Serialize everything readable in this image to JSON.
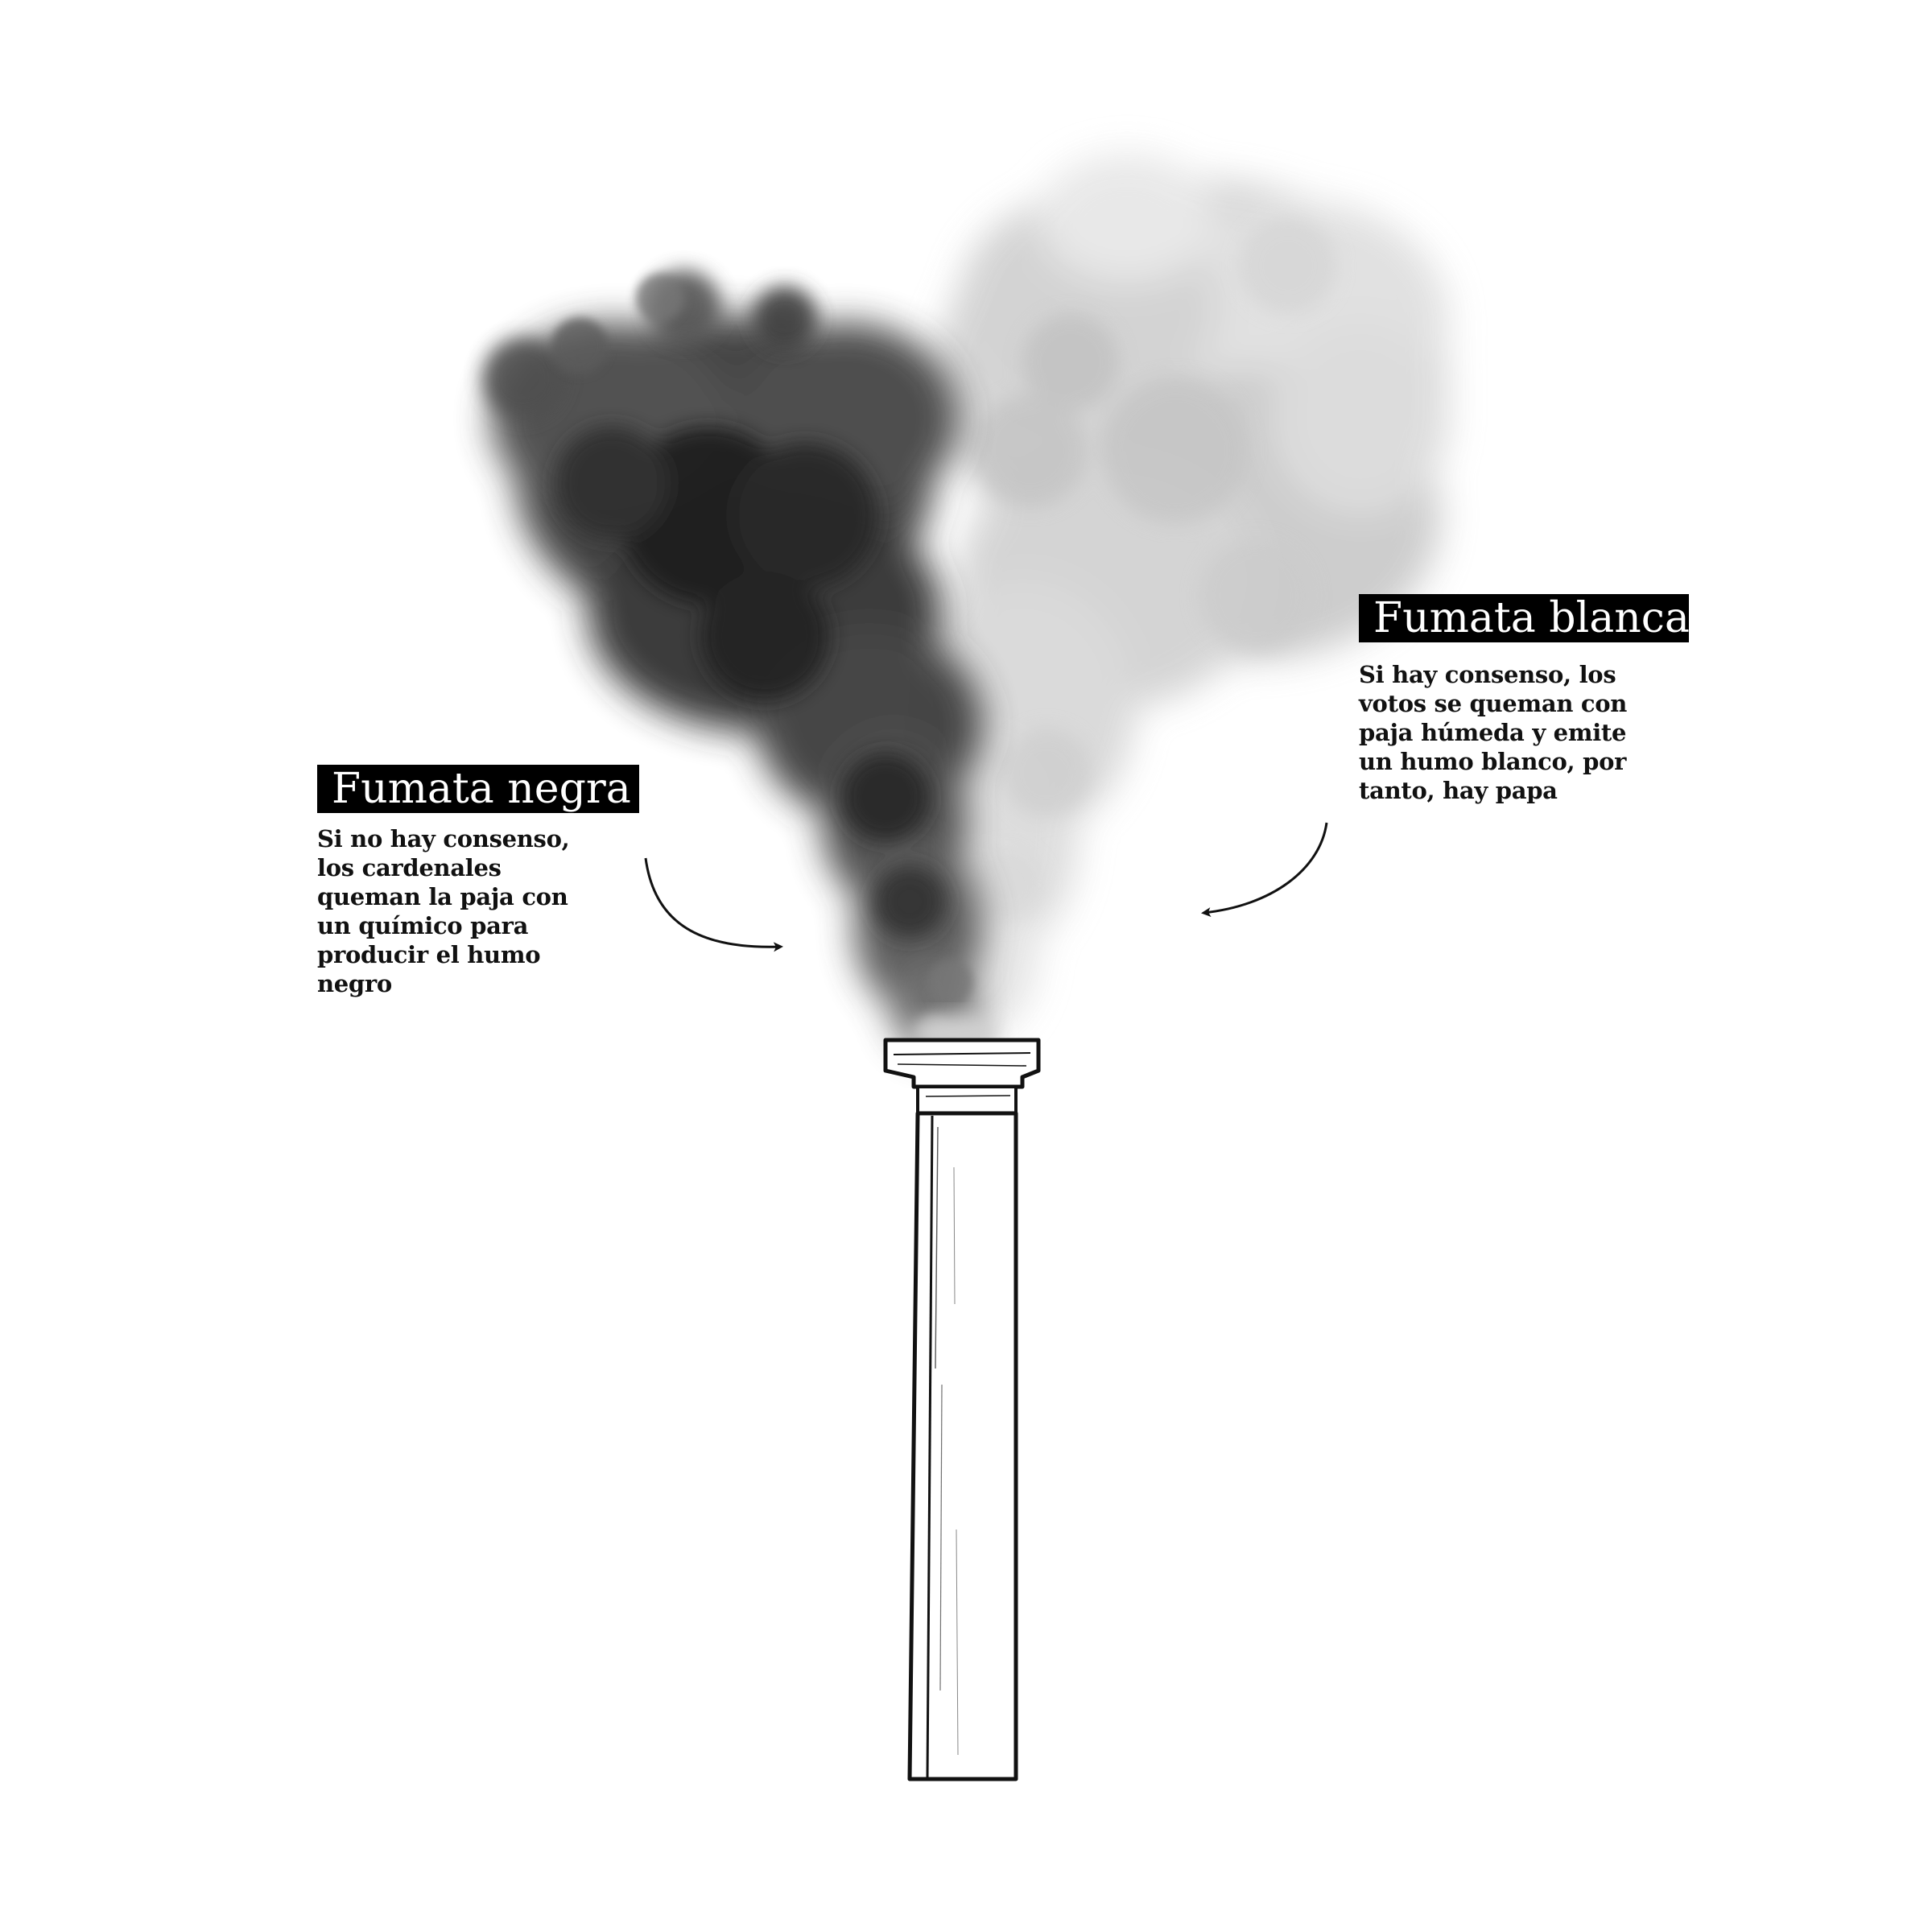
{
  "fumata_negra": {
    "heading": "Fumata negra",
    "description": "Si no hay consenso,\nlos cardenales\nqueman la paja con\nun químico para\nproducir el humo\nnegro"
  },
  "fumata_blanca": {
    "heading": "Fumata blanca",
    "description": "Si hay consenso, los\nvotos se queman con\npaja húmeda y emite\nun humo blanco, por\ntanto, hay papa"
  },
  "colors": {
    "background": "#ffffff",
    "label_background": "#000000",
    "label_text": "#ffffff",
    "body_text": "#111111",
    "black_smoke": "#2a2a2a",
    "white_smoke": "#c9c9c9",
    "chimney_line": "#111111"
  }
}
